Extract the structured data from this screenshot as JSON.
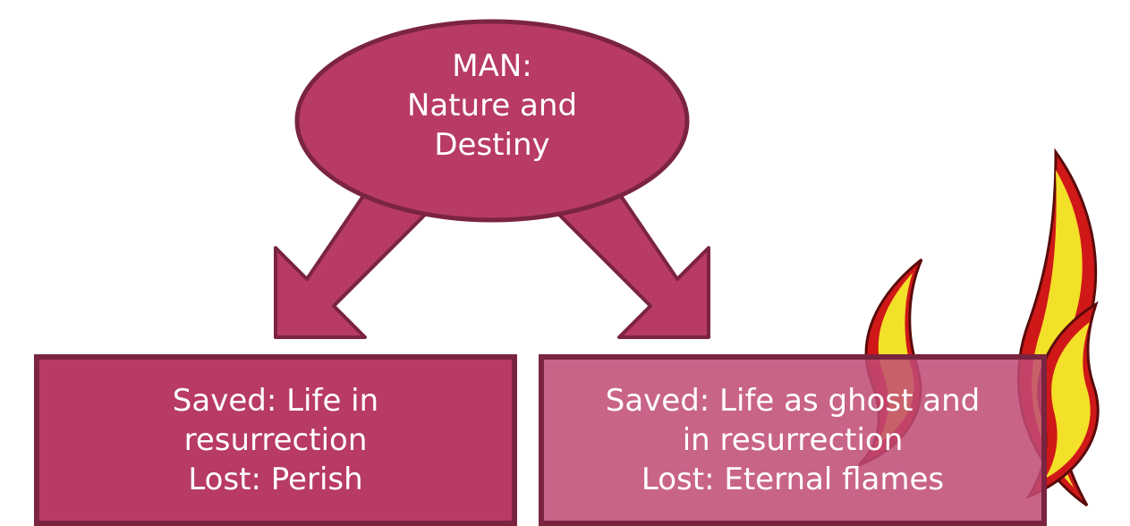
{
  "center": {
    "line1": "MAN:",
    "line2": "Nature and",
    "line3": "Destiny"
  },
  "left_box": {
    "line1": "Saved: Life in",
    "line2": "resurrection",
    "line3": "Lost: Perish"
  },
  "right_box": {
    "line1": "Saved: Life as ghost and",
    "line2": "in resurrection",
    "line3": "Lost: Eternal flames"
  },
  "colors": {
    "fill": "#b83a66",
    "fill_light": "#c34a75",
    "stroke": "#7a2440",
    "flame_red": "#d01818",
    "flame_yellow": "#f3e028"
  }
}
